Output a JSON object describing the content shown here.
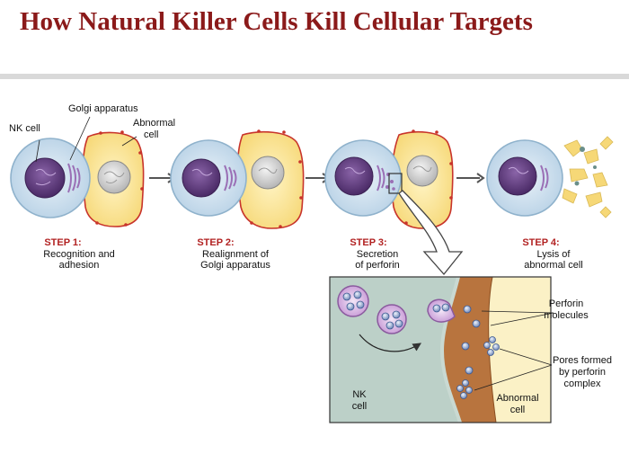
{
  "title": "How Natural Killer Cells Kill Cellular Targets",
  "labels": {
    "nk_cell": "NK cell",
    "golgi": "Golgi apparatus",
    "abnormal_1": "Abnormal",
    "abnormal_2": "cell"
  },
  "steps": [
    {
      "heading": "STEP 1:",
      "line1": "Recognition and",
      "line2": "adhesion"
    },
    {
      "heading": "STEP 2:",
      "line1": "Realignment of",
      "line2": "Golgi apparatus"
    },
    {
      "heading": "STEP 3:",
      "line1": "Secretion",
      "line2": "of perforin"
    },
    {
      "heading": "STEP 4:",
      "line1": "Lysis of",
      "line2": "abnormal cell"
    }
  ],
  "inset": {
    "perforin_1": "Perforin",
    "perforin_2": "molecules",
    "pores_1": "Pores formed",
    "pores_2": "by perforin",
    "pores_3": "complex",
    "nk_1": "NK",
    "nk_2": "cell",
    "abn_1": "Abnormal",
    "abn_2": "cell"
  },
  "colors": {
    "title": "#8b1a1a",
    "step_heading": "#b22222",
    "nk_membrane": "#9fc0d8",
    "nucleus": "#5b3a78",
    "golgi": "#9a6fb5",
    "abnormal_fill": "#fbe69a",
    "abnormal_outline": "#c8342b",
    "arrow": "#555555"
  }
}
